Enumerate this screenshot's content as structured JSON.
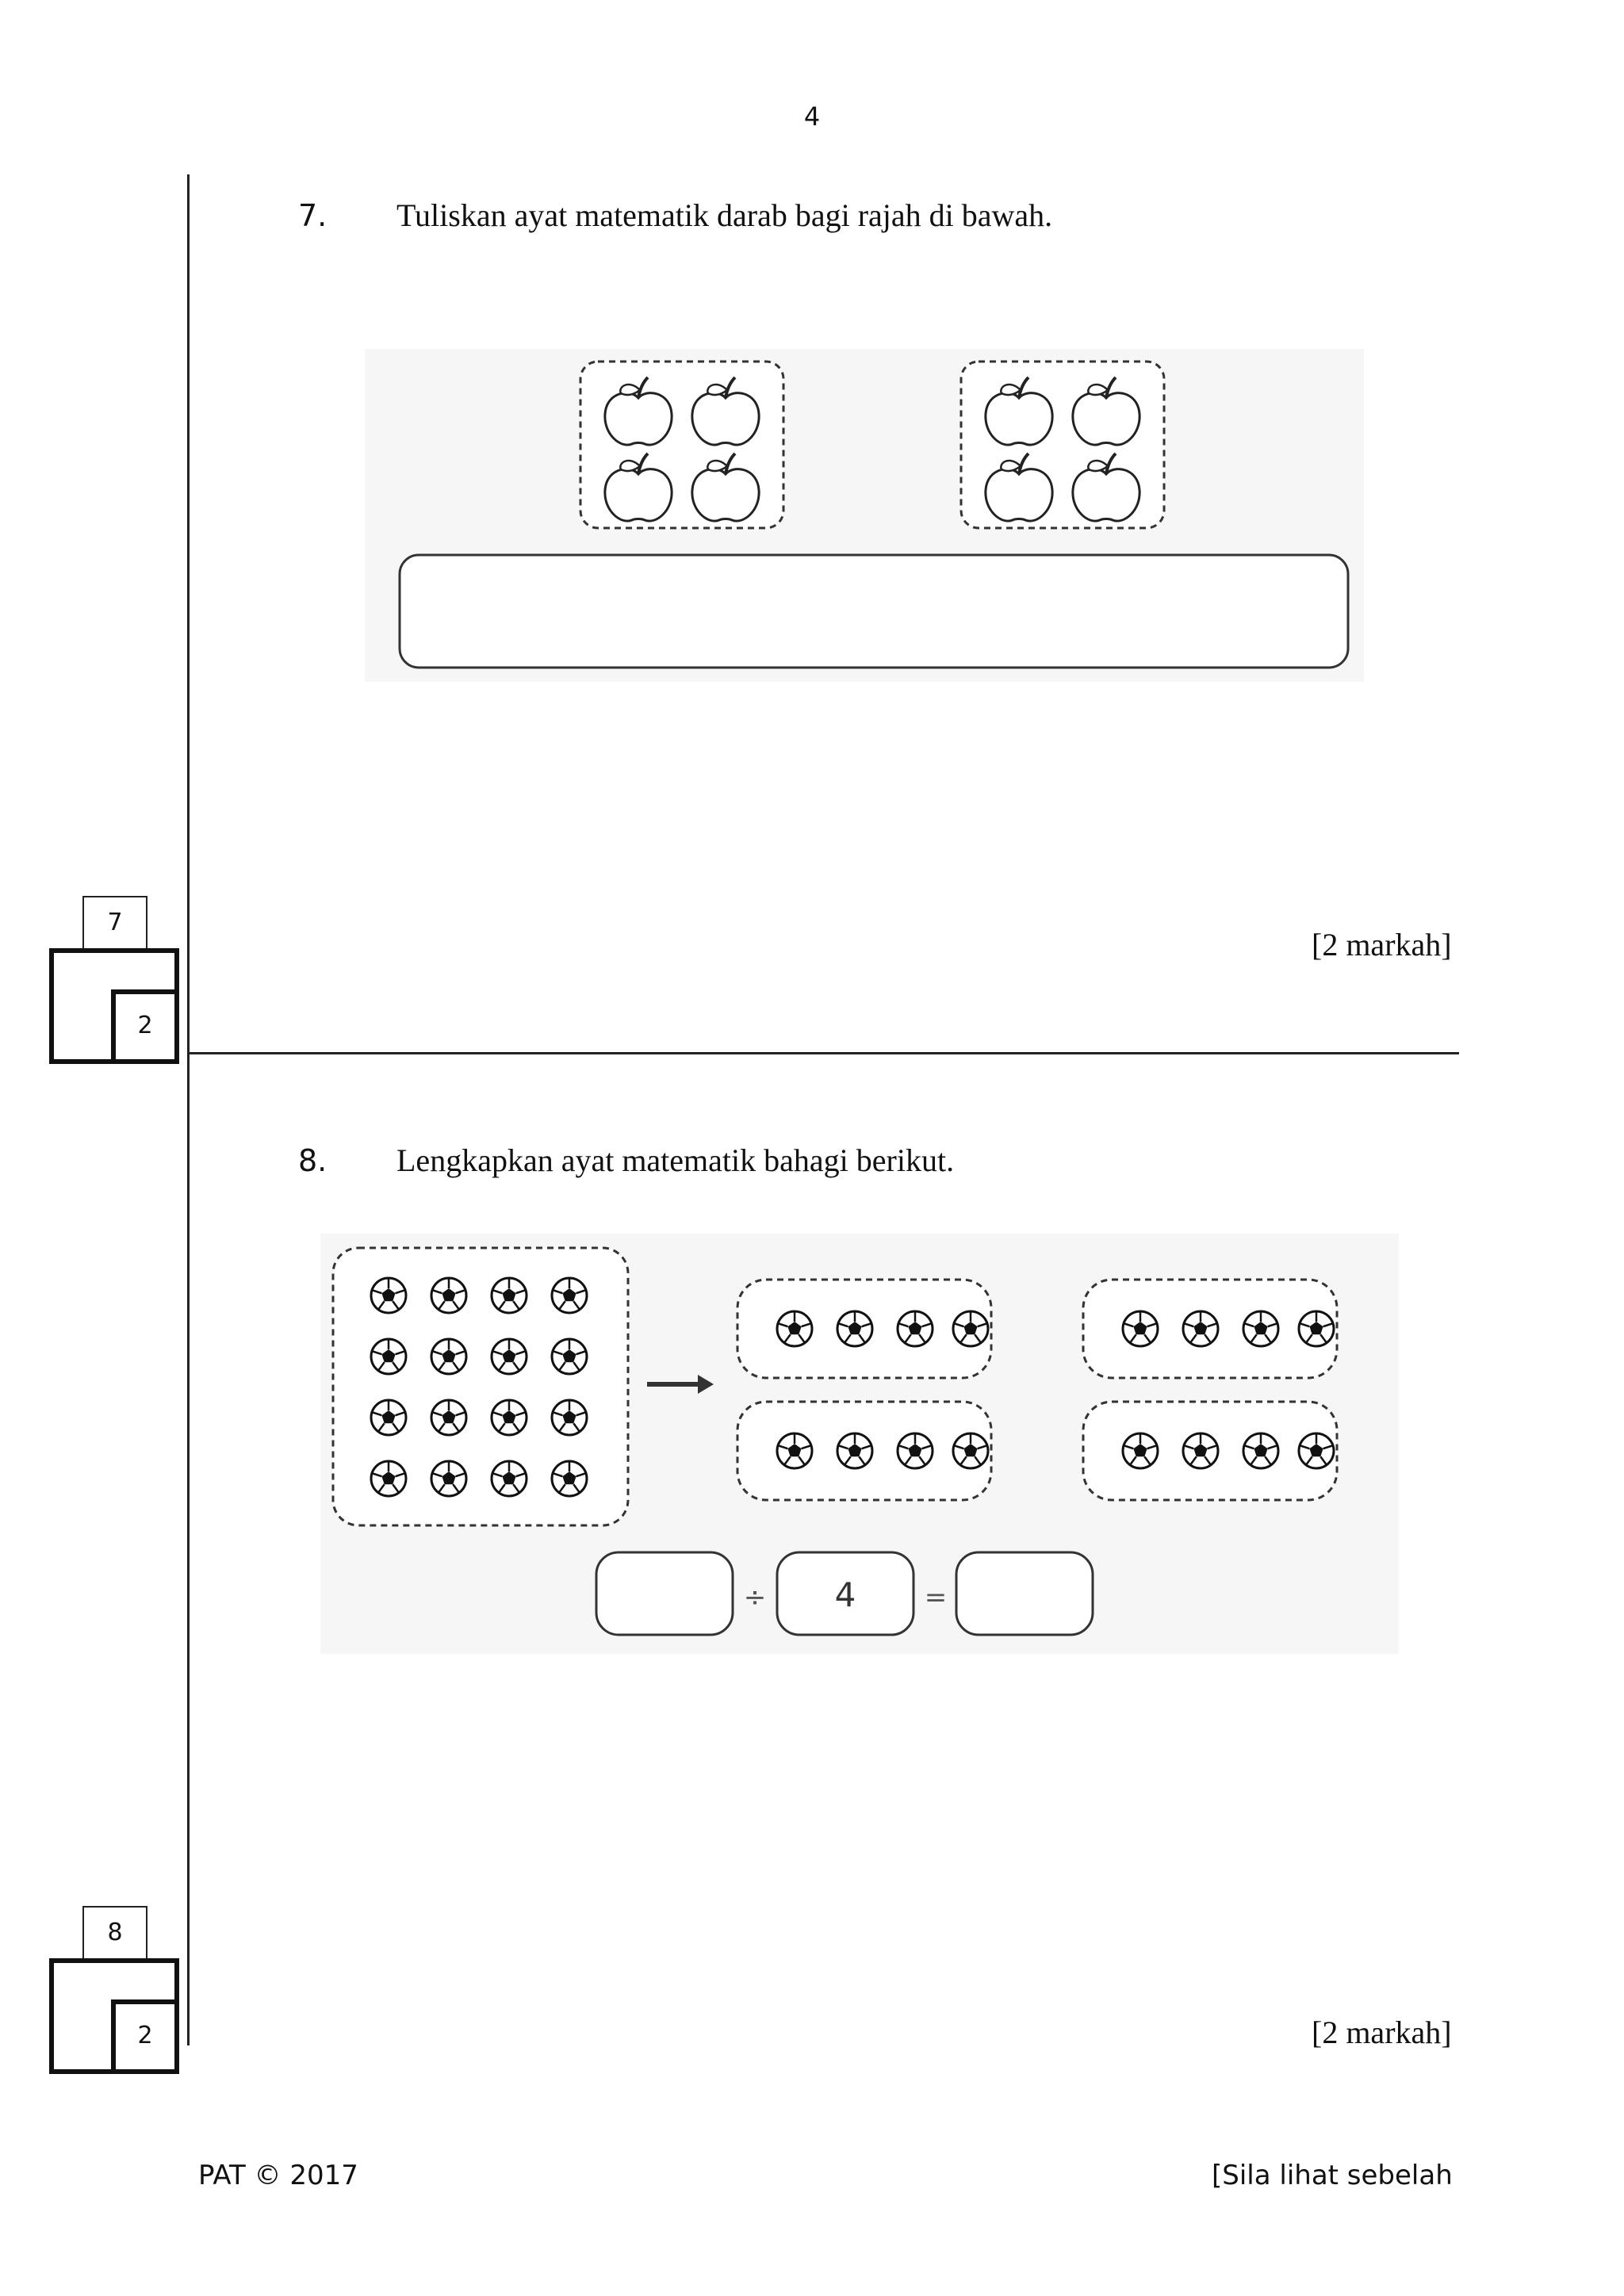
{
  "page_number": "4",
  "questions": [
    {
      "number": "7.",
      "text": "Tuliskan ayat matematik darab bagi rajah di bawah.",
      "marks": "[2 markah]",
      "score_box": {
        "question": "7",
        "max_marks": "2"
      }
    },
    {
      "number": "8.",
      "text": "Lengkapkan ayat matematik bahagi berikut.",
      "marks": "[2 markah]",
      "score_box": {
        "question": "8",
        "max_marks": "2"
      },
      "equation": {
        "operator": "÷",
        "divisor": "4",
        "equals": "="
      }
    }
  ],
  "footer": {
    "left": "PAT © 2017",
    "right": "[Sila lihat sebelah"
  },
  "icons": [
    "apple-icon",
    "football-icon",
    "arrow-right-icon"
  ]
}
